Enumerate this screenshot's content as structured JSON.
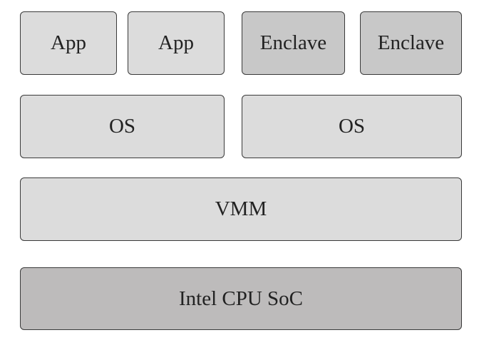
{
  "diagram": {
    "title": "",
    "layers": [
      {
        "name": "applications",
        "boxes": [
          {
            "label": "App",
            "kind": "app"
          },
          {
            "label": "App",
            "kind": "app"
          },
          {
            "label": "Enclave",
            "kind": "enclave"
          },
          {
            "label": "Enclave",
            "kind": "enclave"
          }
        ]
      },
      {
        "name": "guest-os",
        "boxes": [
          {
            "label": "OS",
            "kind": "os"
          },
          {
            "label": "OS",
            "kind": "os"
          }
        ]
      },
      {
        "name": "hypervisor",
        "boxes": [
          {
            "label": "VMM",
            "kind": "vmm"
          }
        ]
      },
      {
        "name": "hardware",
        "boxes": [
          {
            "label": "Intel CPU SoC",
            "kind": "hardware"
          }
        ]
      }
    ],
    "colors": {
      "software_fill": "#dcdcdc",
      "enclave_fill": "#c8c8c8",
      "hardware_fill": "#bdbbbb",
      "border": "#3a3a3a"
    }
  }
}
